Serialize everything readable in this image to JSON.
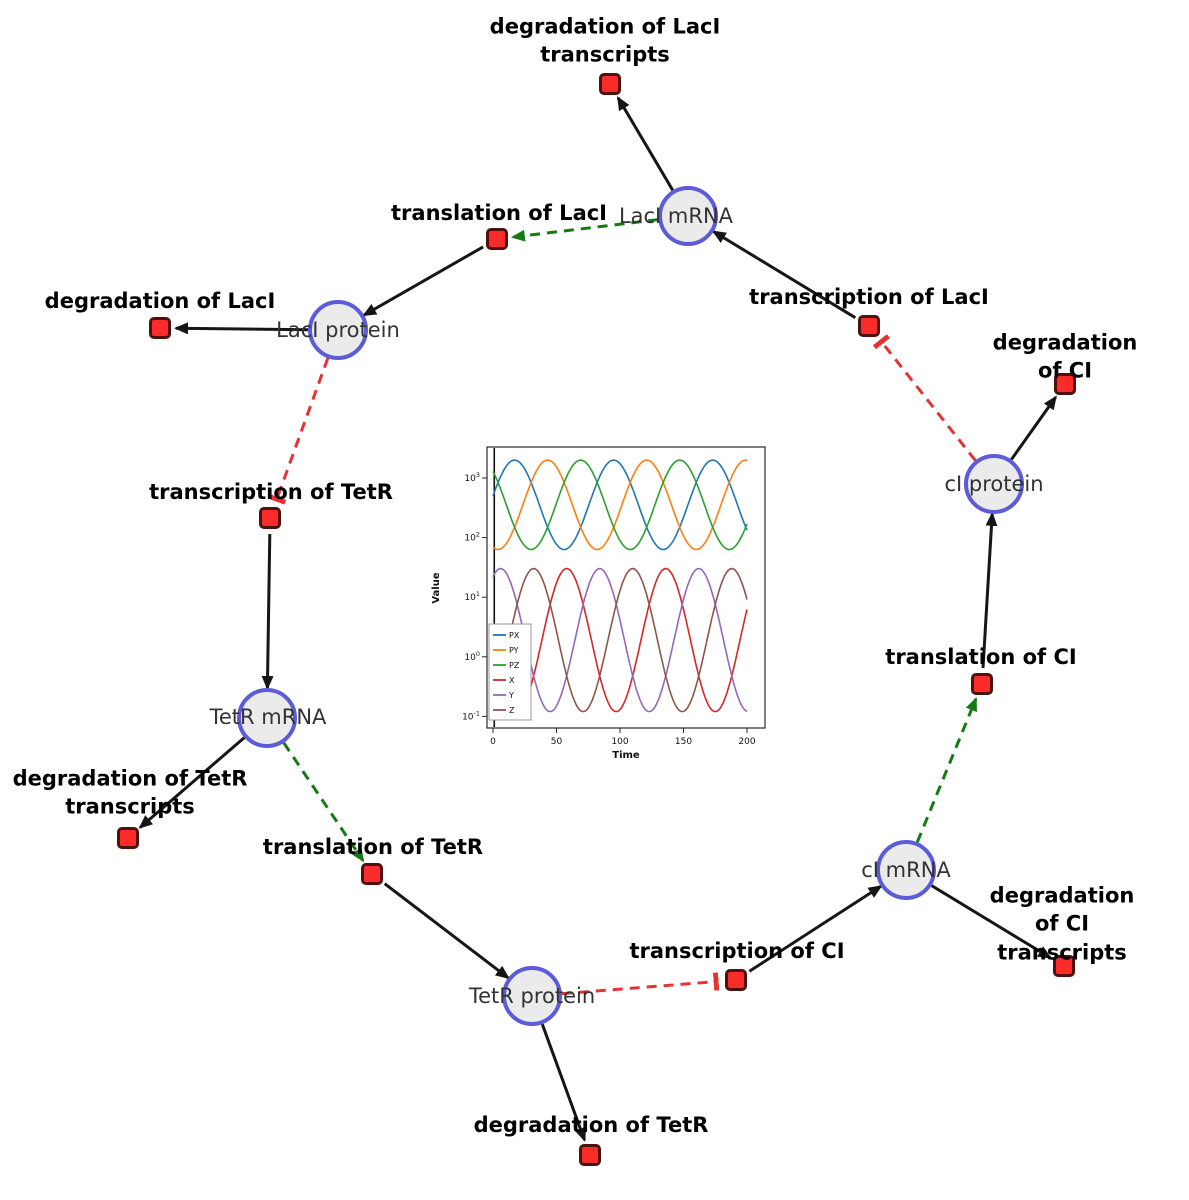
{
  "diagram": {
    "species": [
      {
        "id": "laci-mrna",
        "label": "LacI mRNA"
      },
      {
        "id": "laci-protein",
        "label": "LacI protein"
      },
      {
        "id": "tetr-mrna",
        "label": "TetR mRNA"
      },
      {
        "id": "tetr-protein",
        "label": "TetR protein"
      },
      {
        "id": "ci-mrna",
        "label": "cI mRNA"
      },
      {
        "id": "ci-protein",
        "label": "cI protein"
      }
    ],
    "reactions": [
      {
        "id": "degradation-of-laci-transcripts",
        "label": "degradation of LacI\ntranscripts"
      },
      {
        "id": "translation-of-laci",
        "label": "translation of LacI"
      },
      {
        "id": "transcription-of-laci",
        "label": "transcription of LacI"
      },
      {
        "id": "degradation-of-laci",
        "label": "degradation of LacI"
      },
      {
        "id": "degradation-of-ci",
        "label": "degradation of CI"
      },
      {
        "id": "transcription-of-tetr",
        "label": "transcription of TetR"
      },
      {
        "id": "translation-of-ci",
        "label": "translation of CI"
      },
      {
        "id": "degradation-of-tetr-transcripts",
        "label": "degradation of TetR\ntranscripts"
      },
      {
        "id": "translation-of-tetr",
        "label": "translation of TetR"
      },
      {
        "id": "transcription-of-ci",
        "label": "transcription of CI"
      },
      {
        "id": "degradation-of-ci-transcripts",
        "label": "degradation of CI\ntranscripts"
      },
      {
        "id": "degradation-of-tetr",
        "label": "degradation of TetR"
      }
    ],
    "edges": [
      {
        "source": "LacI mRNA",
        "target": "degradation of LacI transcripts",
        "type": "consumption"
      },
      {
        "source": "LacI mRNA",
        "target": "translation of LacI",
        "type": "modifier"
      },
      {
        "source": "translation of LacI",
        "target": "LacI protein",
        "type": "production"
      },
      {
        "source": "transcription of LacI",
        "target": "LacI mRNA",
        "type": "production"
      },
      {
        "source": "cI protein",
        "target": "transcription of LacI",
        "type": "inhibition"
      },
      {
        "source": "LacI protein",
        "target": "degradation of LacI",
        "type": "consumption"
      },
      {
        "source": "LacI protein",
        "target": "transcription of TetR",
        "type": "inhibition"
      },
      {
        "source": "transcription of TetR",
        "target": "TetR mRNA",
        "type": "production"
      },
      {
        "source": "TetR mRNA",
        "target": "degradation of TetR transcripts",
        "type": "consumption"
      },
      {
        "source": "TetR mRNA",
        "target": "translation of TetR",
        "type": "modifier"
      },
      {
        "source": "translation of TetR",
        "target": "TetR protein",
        "type": "production"
      },
      {
        "source": "TetR protein",
        "target": "transcription of CI",
        "type": "inhibition"
      },
      {
        "source": "TetR protein",
        "target": "degradation of TetR",
        "type": "consumption"
      },
      {
        "source": "transcription of CI",
        "target": "cI mRNA",
        "type": "production"
      },
      {
        "source": "cI mRNA",
        "target": "degradation of CI transcripts",
        "type": "consumption"
      },
      {
        "source": "cI mRNA",
        "target": "translation of CI",
        "type": "modifier"
      },
      {
        "source": "translation of CI",
        "target": "cI protein",
        "type": "production"
      },
      {
        "source": "cI protein",
        "target": "degradation of CI",
        "type": "consumption"
      }
    ],
    "colors": {
      "species_fill": "#ebebeb",
      "species_border": "#5c5cdb",
      "reaction_fill": "#fb2b2a",
      "reaction_border": "#4d1111",
      "edge_black": "#161616",
      "edge_modifier_green": "#157a15",
      "edge_inhibition_red": "#e63232"
    }
  },
  "chart_data": {
    "type": "line",
    "title": "",
    "xlabel": "Time",
    "ylabel": "Value",
    "x_range": [
      0,
      200
    ],
    "x_ticks": [
      0,
      50,
      100,
      150,
      200
    ],
    "y_scale": "log",
    "y_ticks_exponents": [
      3,
      2,
      1,
      0,
      -1
    ],
    "ylim": [
      0.06,
      3500
    ],
    "grid": false,
    "legend_position": "lower left",
    "vertical_line_x": 1,
    "series": [
      {
        "name": "PX",
        "color": "#1f77b4",
        "log_center": 2.55,
        "log_amplitude": 0.75,
        "period": 78,
        "peak_at": 17,
        "approx_range": [
          60,
          2000
        ]
      },
      {
        "name": "PY",
        "color": "#ff7f0e",
        "log_center": 2.55,
        "log_amplitude": 0.75,
        "period": 78,
        "peak_at": 43,
        "approx_range": [
          60,
          2000
        ]
      },
      {
        "name": "PZ",
        "color": "#2ca02c",
        "log_center": 2.55,
        "log_amplitude": 0.75,
        "period": 78,
        "peak_at": 69,
        "approx_range": [
          60,
          2000
        ]
      },
      {
        "name": "X",
        "color": "#d62728",
        "log_center": 0.28,
        "log_amplitude": 1.2,
        "period": 78,
        "peak_at": 58,
        "approx_range": [
          0.12,
          30
        ]
      },
      {
        "name": "Y",
        "color": "#9467bd",
        "log_center": 0.28,
        "log_amplitude": 1.2,
        "period": 78,
        "peak_at": 84,
        "approx_range": [
          0.12,
          30
        ]
      },
      {
        "name": "Z",
        "color": "#8c564b",
        "log_center": 0.28,
        "log_amplitude": 1.2,
        "period": 78,
        "peak_at": 32,
        "approx_range": [
          0.12,
          30
        ]
      }
    ]
  }
}
